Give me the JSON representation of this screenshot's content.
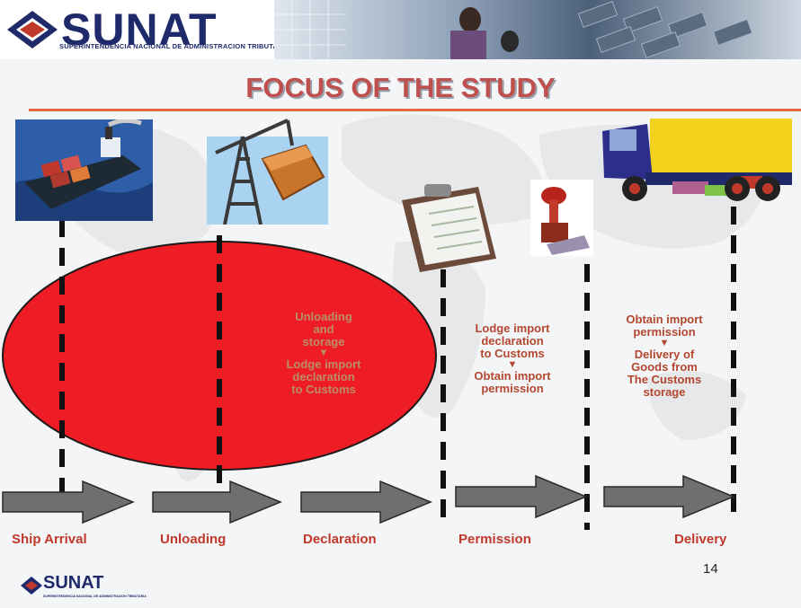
{
  "header": {
    "logo_text": "SUNAT",
    "logo_subtitle": "SUPERINTENDENCIA NACIONAL DE ADMINISTRACION TRIBUTARIA"
  },
  "title": "FOCUS OF THE STUDY",
  "steps": [
    {
      "label": "Ship Arrival"
    },
    {
      "label": "Unloading"
    },
    {
      "label": "Declaration"
    },
    {
      "label": "Permission"
    },
    {
      "label": "Delivery"
    }
  ],
  "notes": {
    "oval": {
      "line1": "Unloading",
      "line2": "and",
      "line3": "storage",
      "line4": "Lodge import",
      "line5": "declaration",
      "line6": "to Customs"
    },
    "permission": {
      "line1": "Lodge import",
      "line2": "declaration",
      "line3": "to Customs",
      "line4": "Obtain import",
      "line5": "permission"
    },
    "delivery": {
      "line1": "Obtain import",
      "line2": "permission",
      "line3": "Delivery of",
      "line4": "Goods from",
      "line5": "The Customs",
      "line6": "storage"
    }
  },
  "page_number": "14",
  "footer_logo": {
    "text": "SUNAT",
    "subtitle": "SUPERINTENDENCIA NACIONAL DE ADMINISTRACION TRIBUTARIA"
  },
  "colors": {
    "title": "#c0504d",
    "oval": "#ee1c24",
    "arrow": "#6f6f6f",
    "label": "#c0392b"
  },
  "icons": [
    "ship-icon",
    "crane-icon",
    "clipboard-icon",
    "stamp-icon",
    "truck-icon"
  ]
}
